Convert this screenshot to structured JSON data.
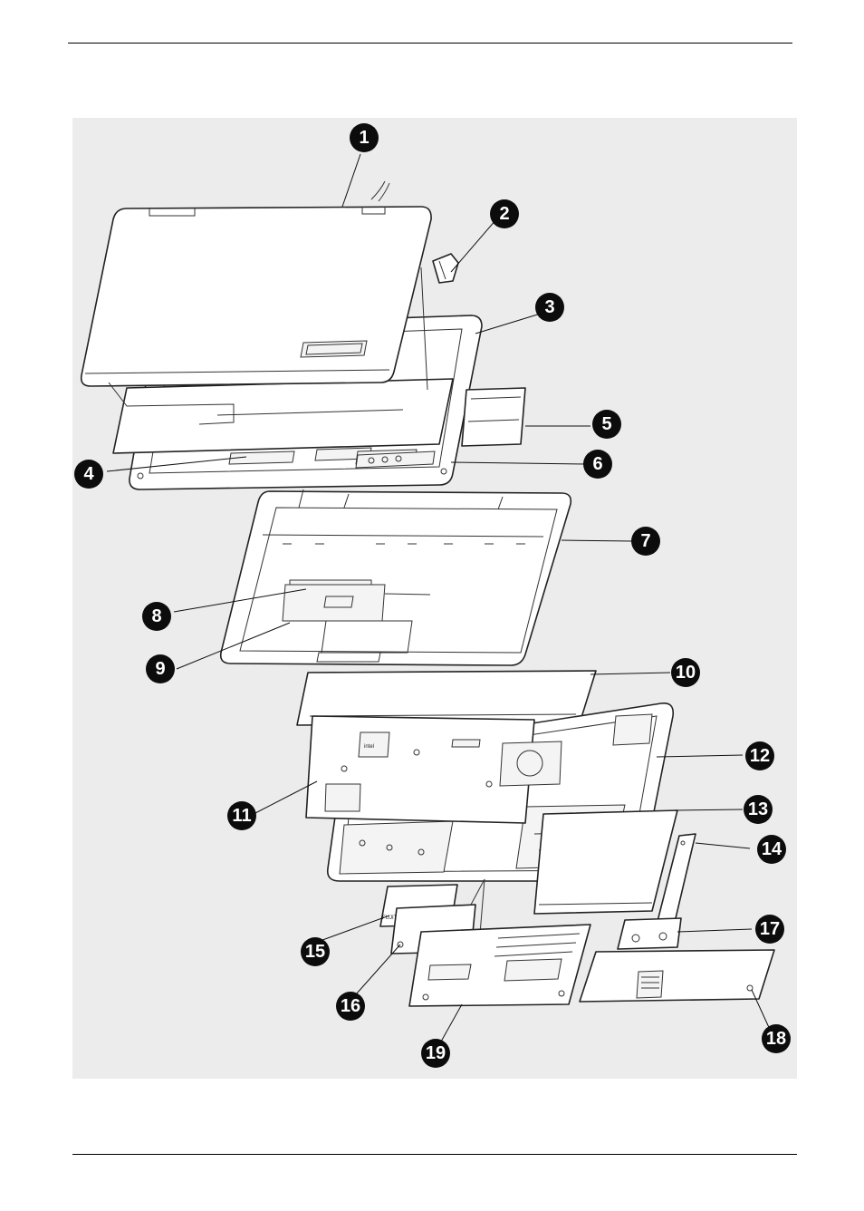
{
  "callouts": [
    "1",
    "2",
    "3",
    "4",
    "5",
    "6",
    "7",
    "8",
    "9",
    "10",
    "11",
    "12",
    "13",
    "14",
    "15",
    "16",
    "17",
    "18",
    "19"
  ],
  "labels": {
    "hdd_brand": "FUJITSU MHZ2060BH",
    "chip_brand": "intel"
  }
}
